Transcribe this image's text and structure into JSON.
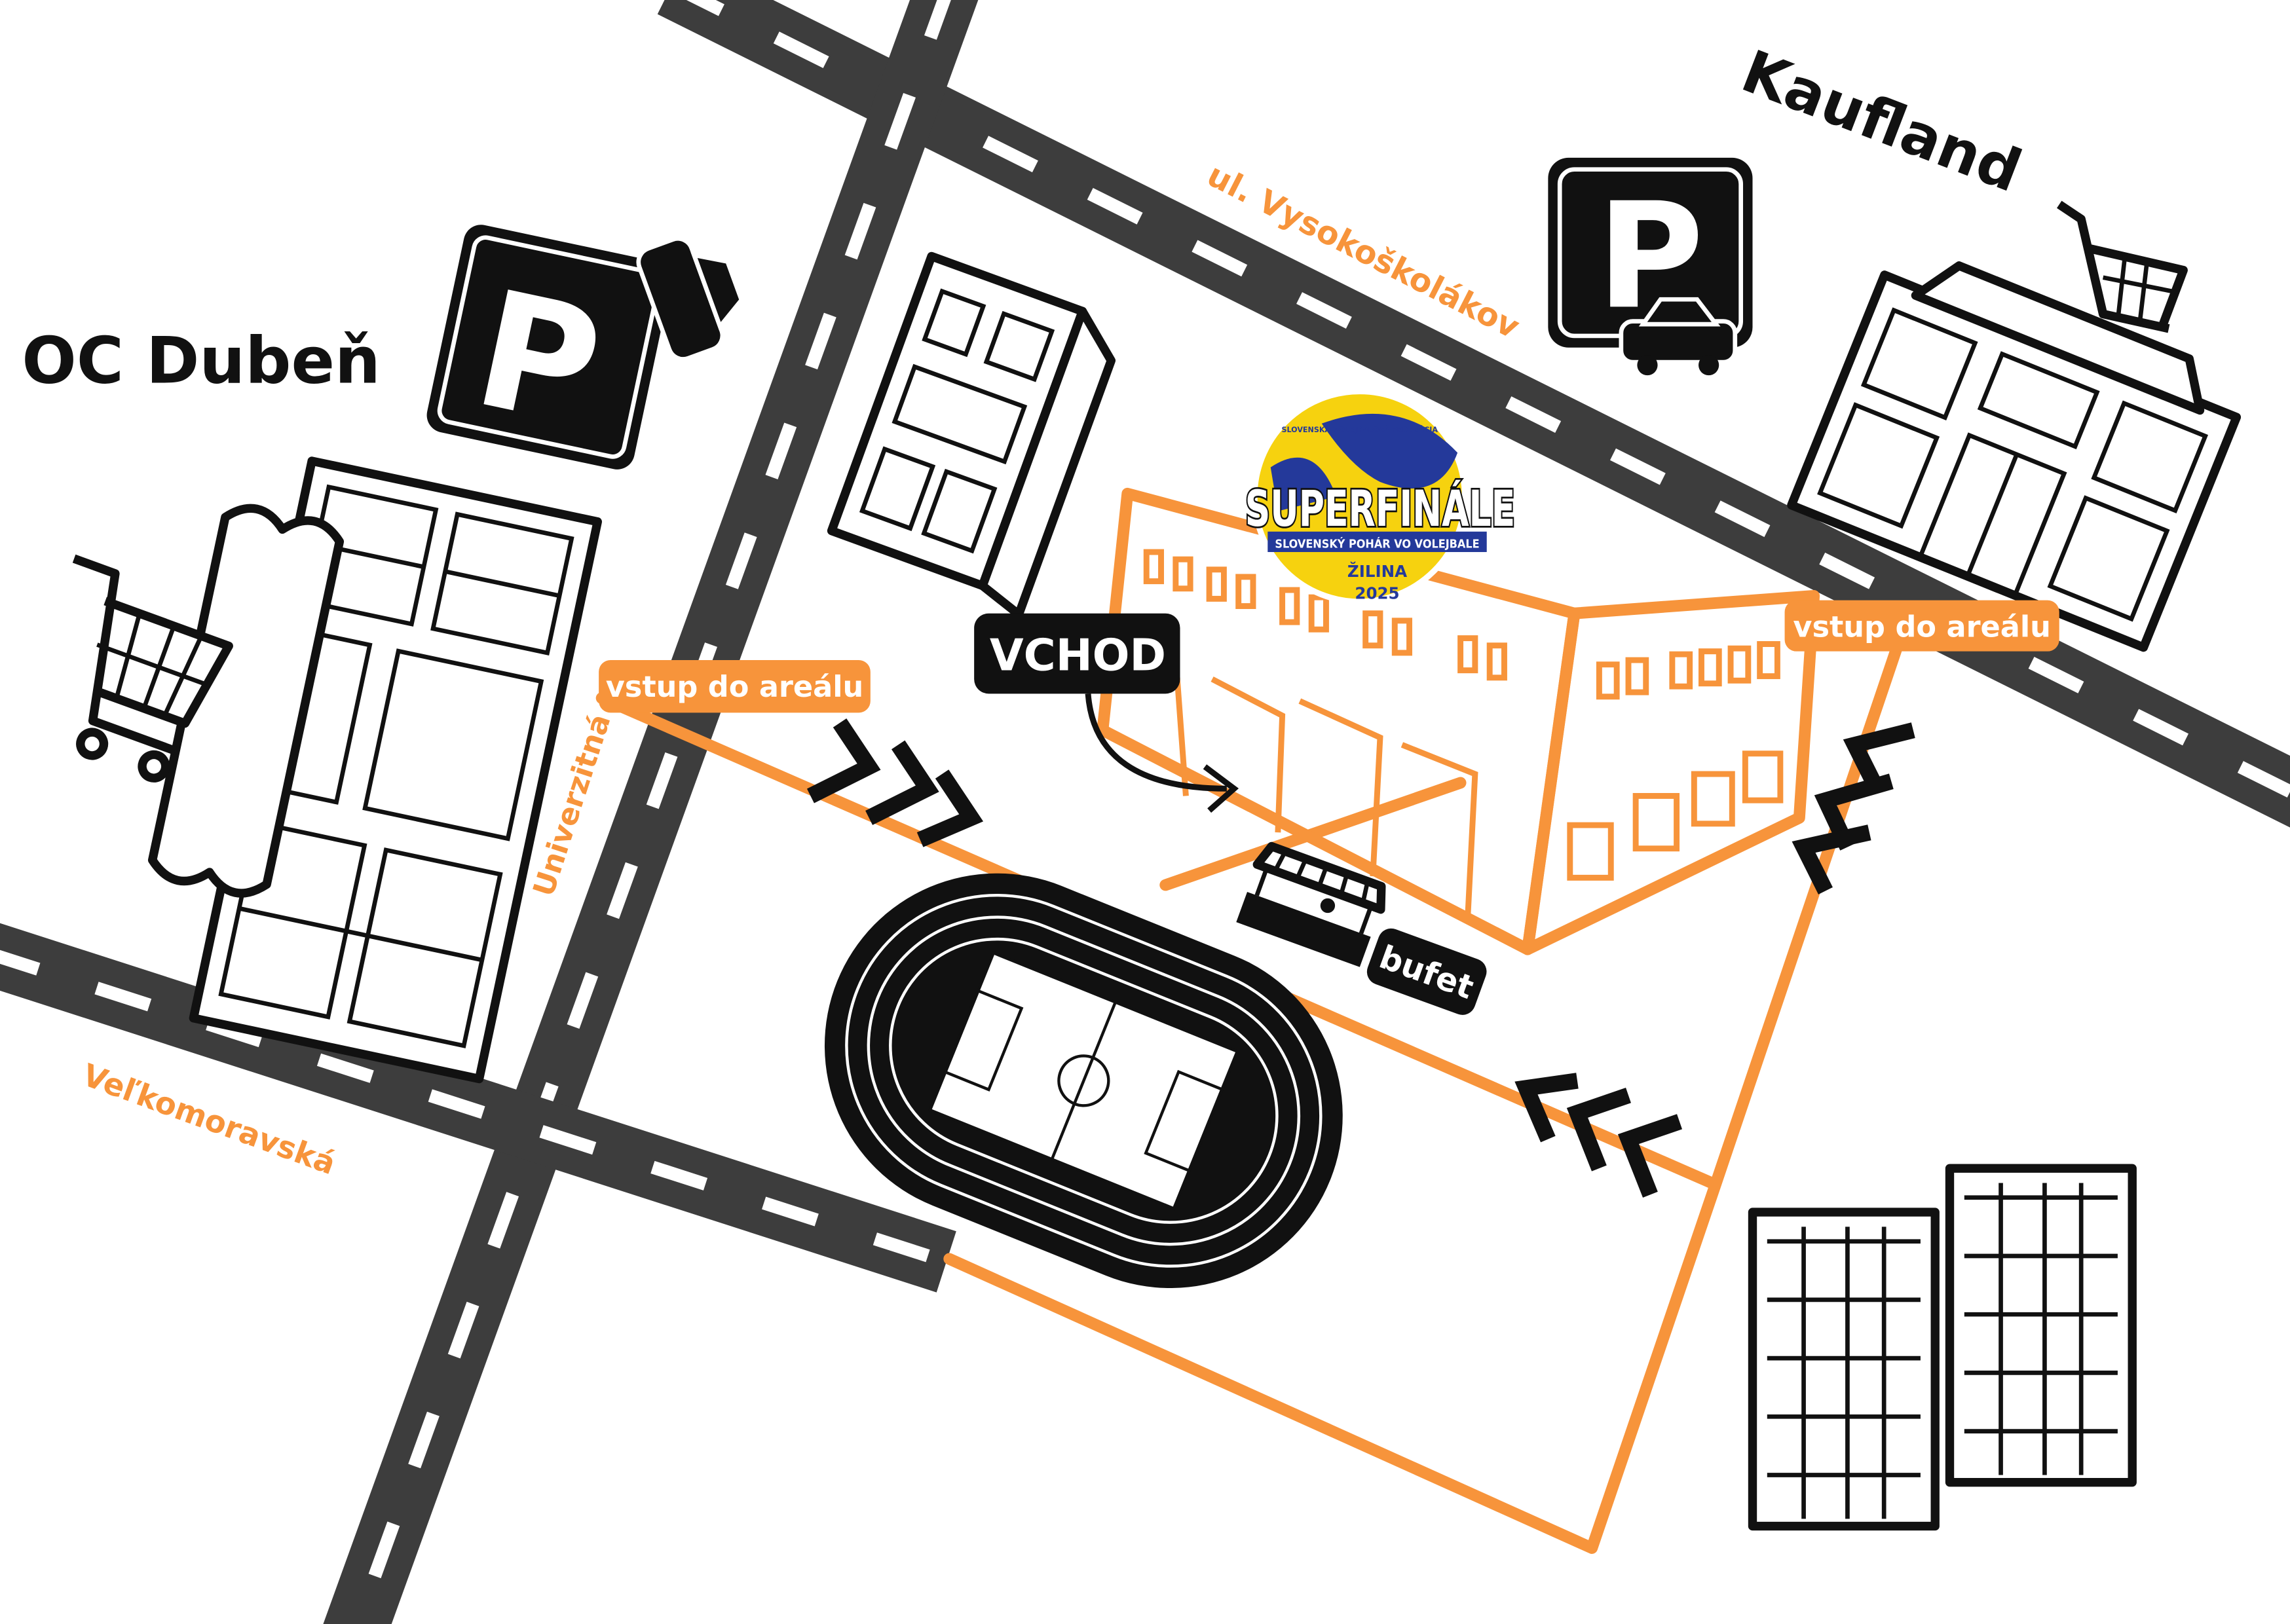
{
  "places": {
    "mall_left": "OC Dubeň",
    "mall_right": "Kaufland"
  },
  "streets": {
    "top": "ul. Vysokoškolákov",
    "vertical": "Univerzitná",
    "bottom_left": "Veľkomoravská"
  },
  "badges": {
    "entrance_left": "vstup do areálu",
    "entrance_right": "vstup do areálu",
    "main_entrance": "VCHOD",
    "buffet": "bufet"
  },
  "parking": {
    "left_symbol": "P",
    "right_symbol": "P"
  },
  "logo": {
    "title": "SUPERFINÁLE",
    "subtitle": "SLOVENSKÝ POHÁR VO VOLEJBALE",
    "city": "ŽILINA",
    "year": "2025",
    "federation": "SLOVENSKÁ VOLEJBALOVÁ FEDERÁCIA"
  },
  "colors": {
    "accent": "#f7943b",
    "road": "#3d3d3d",
    "ink": "#111111",
    "logo_yellow": "#f6d20f",
    "logo_blue": "#24399a"
  }
}
